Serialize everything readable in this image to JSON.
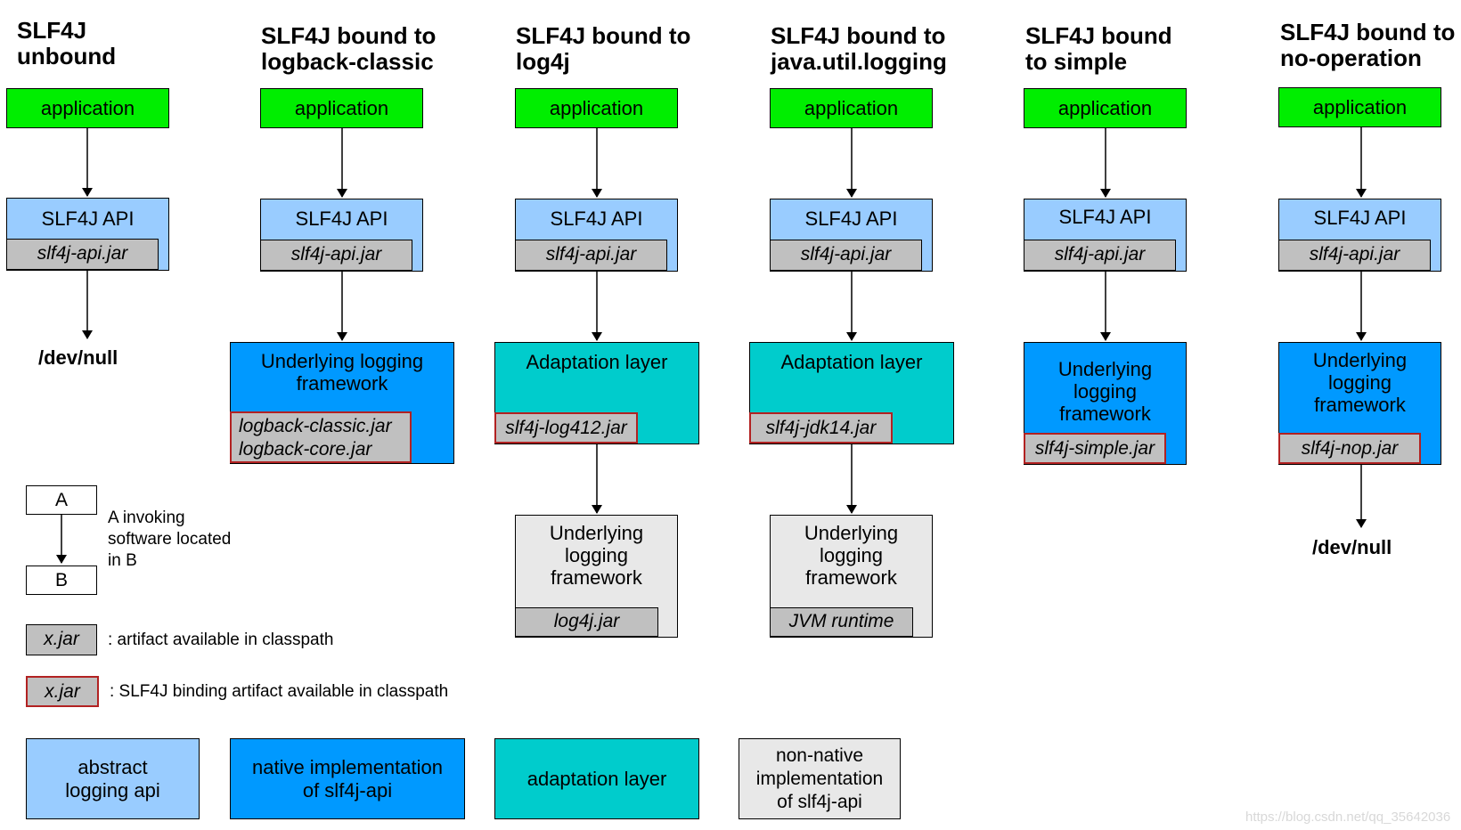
{
  "columns": [
    {
      "title": [
        "SLF4J",
        "unbound"
      ],
      "application": "application",
      "api": "SLF4J API",
      "api_jar": "slf4j-api.jar",
      "devnull": "/dev/null"
    },
    {
      "title": [
        "SLF4J bound to",
        "logback-classic"
      ],
      "application": "application",
      "api": "SLF4J API",
      "api_jar": "slf4j-api.jar",
      "impl": [
        "Underlying logging",
        "framework"
      ],
      "impl_jars": [
        "logback-classic.jar",
        "logback-core.jar"
      ]
    },
    {
      "title": [
        "SLF4J bound to",
        "log4j"
      ],
      "application": "application",
      "api": "SLF4J API",
      "api_jar": "slf4j-api.jar",
      "adapt": "Adaptation layer",
      "adapt_jar": "slf4j-log412.jar",
      "under": [
        "Underlying",
        "logging",
        "framework"
      ],
      "under_jar": "log4j.jar"
    },
    {
      "title": [
        "SLF4J bound to",
        "java.util.logging"
      ],
      "application": "application",
      "api": "SLF4J API",
      "api_jar": "slf4j-api.jar",
      "adapt": "Adaptation layer",
      "adapt_jar": "slf4j-jdk14.jar",
      "under": [
        "Underlying",
        "logging",
        "framework"
      ],
      "under_jar": "JVM runtime"
    },
    {
      "title": [
        "SLF4J bound",
        "to simple"
      ],
      "application": "application",
      "api": "SLF4J API",
      "api_jar": "slf4j-api.jar",
      "impl": [
        "Underlying",
        "logging",
        "framework"
      ],
      "impl_jar": "slf4j-simple.jar"
    },
    {
      "title": [
        "SLF4J bound to",
        "no-operation"
      ],
      "application": "application",
      "api": "SLF4J API",
      "api_jar": "slf4j-api.jar",
      "impl": [
        "Underlying",
        "logging",
        "framework"
      ],
      "impl_jar": "slf4j-nop.jar",
      "devnull": "/dev/null"
    }
  ],
  "legend": {
    "a": "A",
    "b": "B",
    "invoke_text": [
      "A invoking",
      "software located",
      "in B"
    ],
    "jar_label": "x.jar",
    "jar_text": ": artifact available in classpath",
    "bind_jar_label": "x.jar",
    "bind_text": ": SLF4J binding artifact available in classpath",
    "abstract": [
      "abstract",
      "logging api"
    ],
    "native": [
      "native implementation",
      "of slf4j-api"
    ],
    "adaptation": "adaptation layer",
    "nonnative": [
      "non-native",
      "implementation",
      "of slf4j-api"
    ]
  },
  "watermark": "https://blog.csdn.net/qq_35642036",
  "colors": {
    "application": "#00ee00",
    "abstract_api": "#99ccff",
    "native_impl": "#0099ff",
    "adaptation": "#00cccc",
    "non_native": "#e8e8e8",
    "jar": "#c0c0c0",
    "binding_border": "#b22222"
  }
}
